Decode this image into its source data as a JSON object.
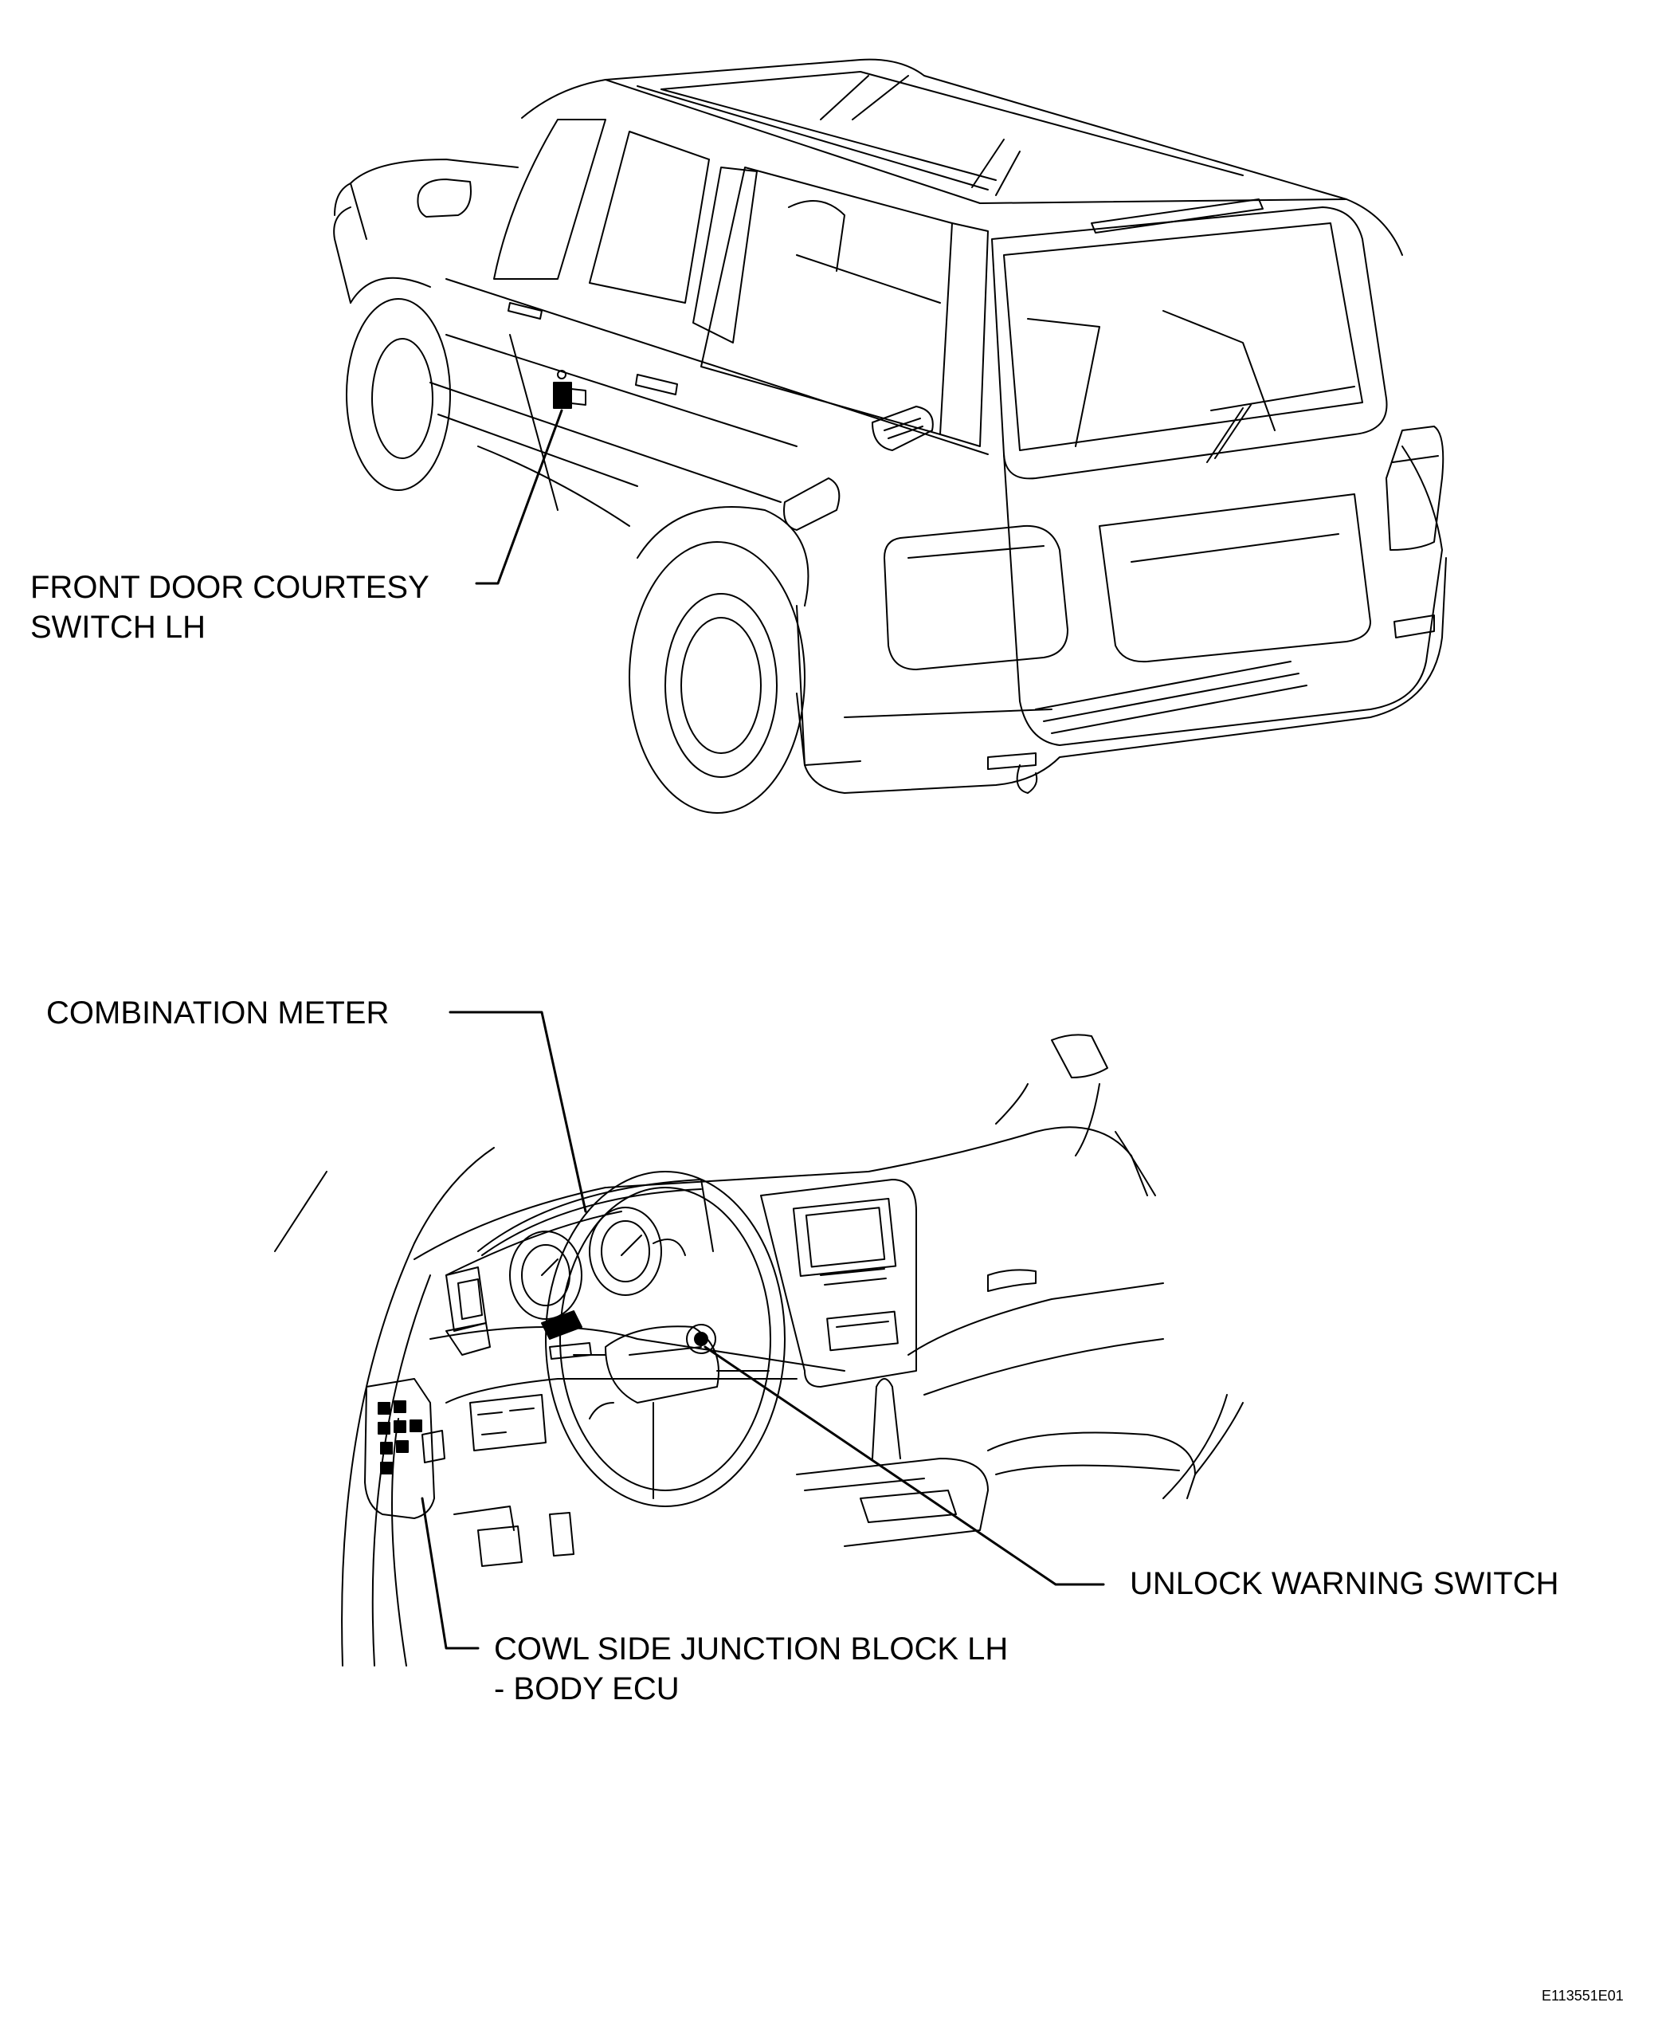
{
  "labels": {
    "front_door_courtesy_switch": {
      "line1": "FRONT DOOR COURTESY",
      "line2": "SWITCH LH"
    },
    "combination_meter": "COMBINATION METER",
    "unlock_warning_switch": "UNLOCK WARNING SWITCH",
    "cowl_side_junction_block": {
      "line1": "COWL SIDE JUNCTION BLOCK LH",
      "line2": "- BODY ECU"
    }
  },
  "figure_code": "E113551E01"
}
